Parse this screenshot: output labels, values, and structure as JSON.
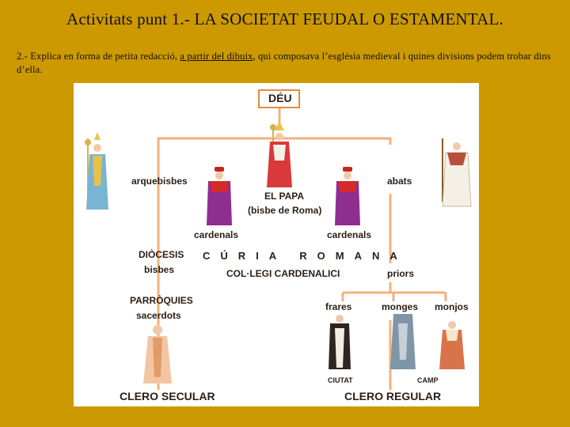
{
  "slide": {
    "title": "Activitats punt 1.- LA SOCIETAT FEUDAL O ESTAMENTAL.",
    "instruction_before": "2.- Explica en forma de petita redacció, ",
    "instruction_link": "a partir del dibuix",
    "instruction_after": ", qui composava l’església medieval i quines divisions podem trobar dins d’ella."
  },
  "diagram": {
    "deu": "DÉU",
    "arquebisbes": "arquebisbes",
    "abats": "abats",
    "el_papa": "EL PAPA",
    "bisbe_de_roma": "(bisbe de Roma)",
    "cardenals_left": "cardenals",
    "cardenals_right": "cardenals",
    "diocesis": "DIÒCESIS",
    "bisbes": "bisbes",
    "curia_romana": "CÚRIA ROMANA",
    "collegi": "COL·LEGI CARDENALICI",
    "priors": "priors",
    "parroquies": "PARRÒQUIES",
    "sacerdots": "sacerdots",
    "frares": "frares",
    "monges": "monges",
    "monjos": "monjos",
    "ciutat": "CIUTAT",
    "camp": "CAMP",
    "clero_secular": "CLERO SECULAR",
    "clero_regular": "CLERO REGULAR",
    "line_color": "#F3B27A",
    "box_color": "#E58B3A"
  }
}
